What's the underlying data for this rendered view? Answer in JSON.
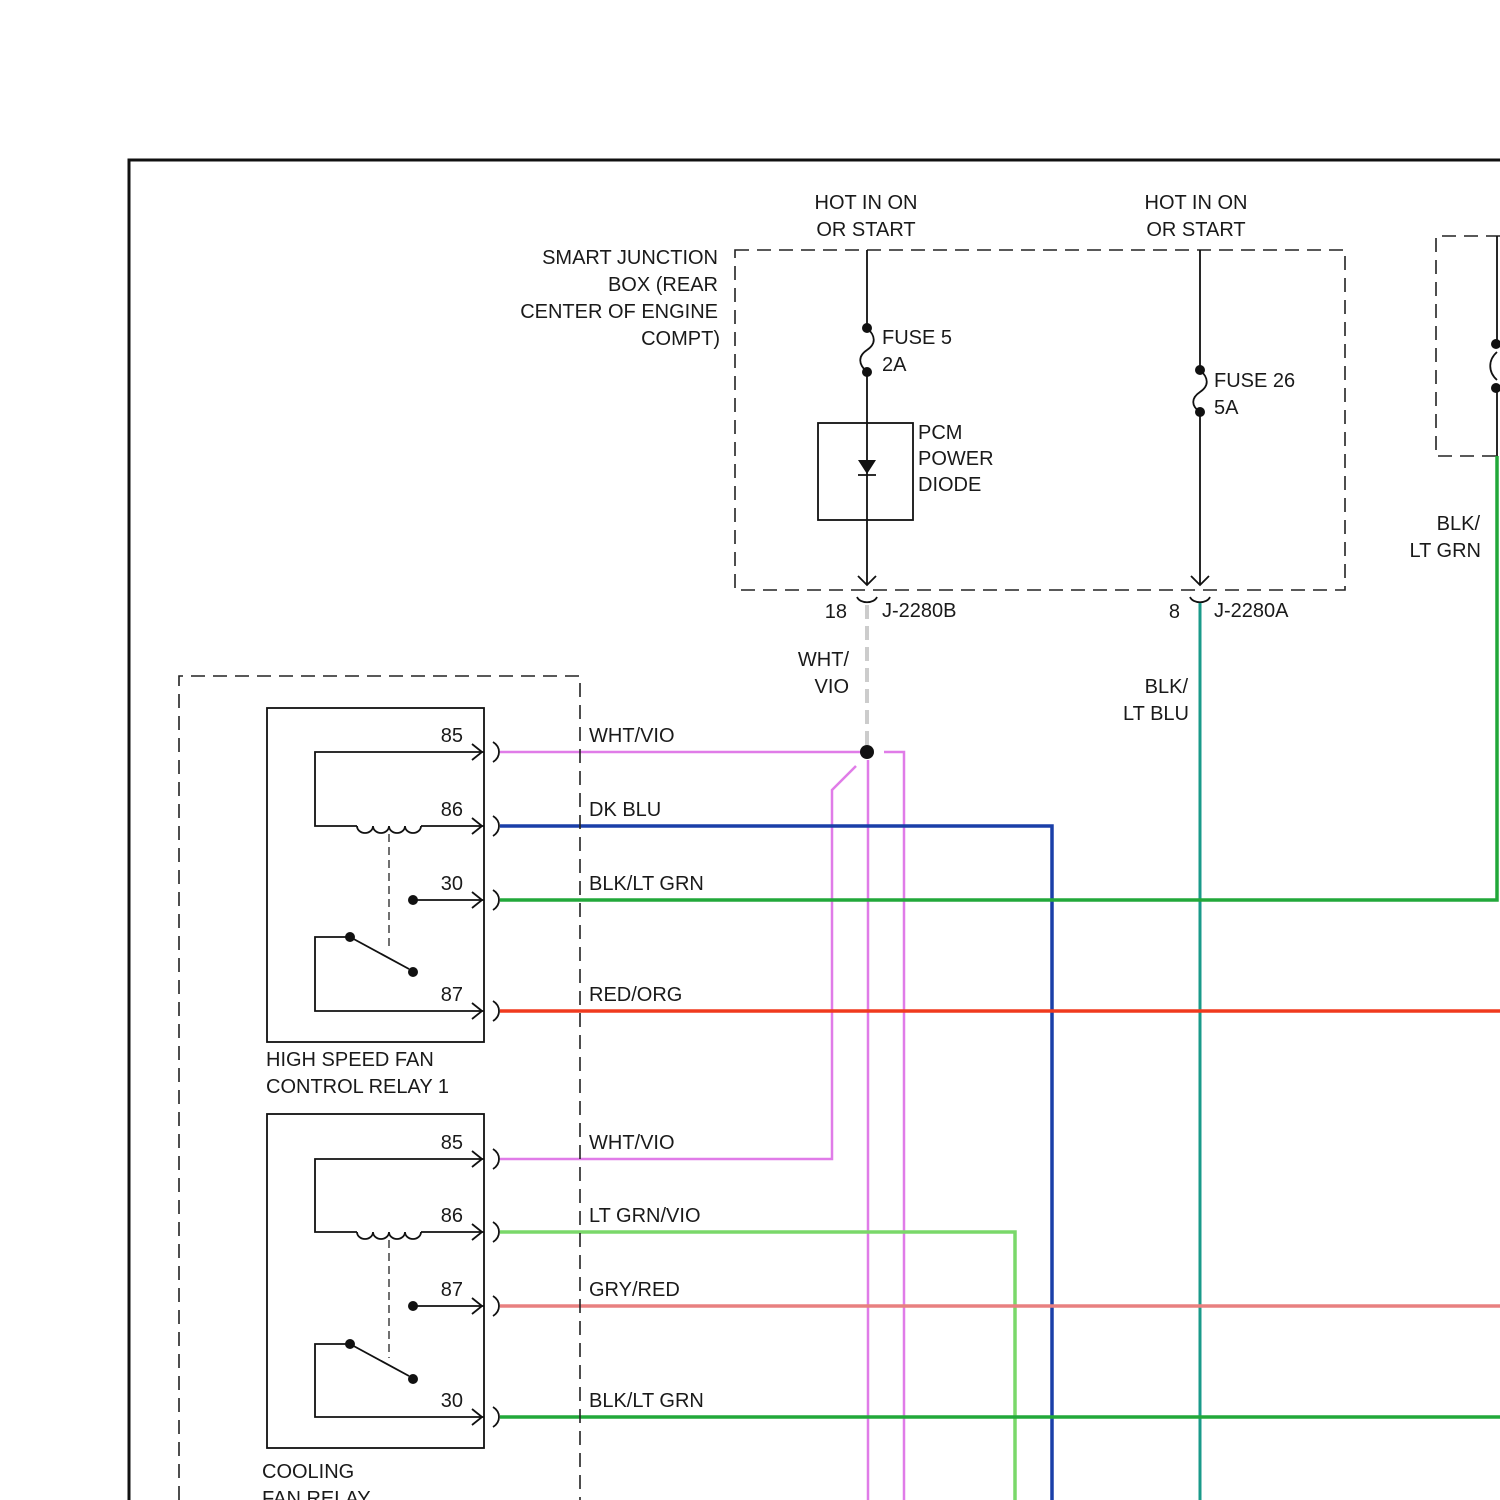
{
  "supplies": {
    "left": {
      "line1": "HOT IN ON",
      "line2": "OR START"
    },
    "right": {
      "line1": "HOT IN ON",
      "line2": "OR START"
    }
  },
  "junction_box": {
    "line1": "SMART JUNCTION",
    "line2": "BOX (REAR",
    "line3": "CENTER OF ENGINE",
    "line4": "COMPT)"
  },
  "fuse5": {
    "name": "FUSE 5",
    "rating": "2A"
  },
  "fuse26": {
    "name": "FUSE 26",
    "rating": "5A"
  },
  "diode": {
    "line1": "PCM",
    "line2": "POWER",
    "line3": "DIODE"
  },
  "connectors": {
    "left_pin": "18",
    "left_name": "J-2280B",
    "right_pin": "8",
    "right_name": "J-2280A"
  },
  "vertical_wires": {
    "wht_vio_1": "WHT/",
    "wht_vio_2": "VIO",
    "blk_ltblu_1": "BLK/",
    "blk_ltblu_2": "LT BLU",
    "blk_ltgrn_1": "BLK/",
    "blk_ltgrn_2": "LT GRN"
  },
  "relay1": {
    "name_line1": "HIGH SPEED FAN",
    "name_line2": "CONTROL RELAY 1",
    "pins": [
      "85",
      "86",
      "30",
      "87"
    ],
    "wires": [
      "WHT/VIO",
      "DK BLU",
      "BLK/LT GRN",
      "RED/ORG"
    ]
  },
  "relay2": {
    "name_line1": "COOLING",
    "name_line2": "FAN RELAY",
    "pins": [
      "85",
      "86",
      "87",
      "30"
    ],
    "wires": [
      "WHT/VIO",
      "LT GRN/VIO",
      "GRY/RED",
      "BLK/LT GRN"
    ]
  },
  "wire_colors": {
    "wht_vio": "#e07ce8",
    "dk_blu": "#1a3fa8",
    "blk_lt_grn": "#22a83a",
    "red_org": "#f03a1e",
    "lt_grn_vio": "#7ad86a",
    "gry_red": "#e88080",
    "blk_lt_blu": "#1a9a8a",
    "wht_vio_dashed": "#cccccc"
  }
}
